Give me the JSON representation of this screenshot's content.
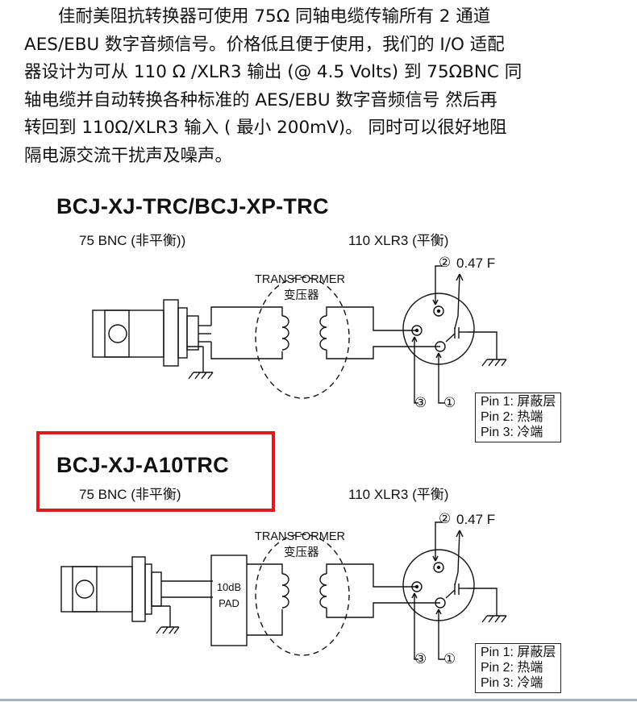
{
  "paragraph": [
    "佳耐美阻抗转换器可使用 75Ω 同轴电缆传输所有 2 通道",
    "AES/EBU 数字音频信号。价格低且便于使用，我们的 I/O 适配",
    "器设计为可从 110 Ω /XLR3 输出 (@ 4.5 Volts) 到 75ΩBNC 同",
    "轴电缆并自动转换各种标准的 AES/EBU 数字音频信号 然后再",
    "转回到 110Ω/XLR3 输入 ( 最小 200mV)。 同时可以很好地阻",
    "隔电源交流干扰声及噪声。"
  ],
  "diagram1": {
    "title": "BCJ-XJ-TRC/BCJ-XP-TRC",
    "bnc_label": "75 BNC (非平衡))",
    "xlr_label": "110 XLR3 (平衡)",
    "transformer_en": "TRANSFORMER",
    "transformer_zh": "变压器",
    "cap_label": "0.47 F",
    "pin2_marker": "②",
    "pin3_marker": "③",
    "pin1_marker": "①",
    "pins": [
      "Pin 1: 屏蔽层",
      "Pin 2: 热端",
      "Pin 3: 冷端"
    ]
  },
  "diagram2": {
    "title": "BCJ-XJ-A10TRC",
    "bnc_label": "75 BNC (非平衡)",
    "xlr_label": "110 XLR3 (平衡)",
    "transformer_en": "TRANSFORMER",
    "transformer_zh": "变压器",
    "pad_line1": "10dB",
    "pad_line2": "PAD",
    "cap_label": "0.47 F",
    "pin2_marker": "②",
    "pin3_marker": "③",
    "pin1_marker": "①",
    "pins": [
      "Pin 1: 屏蔽层",
      "Pin 2: 热端",
      "Pin 3: 冷端"
    ]
  },
  "colors": {
    "highlight": "#e01a1a",
    "ink": "#111111"
  }
}
